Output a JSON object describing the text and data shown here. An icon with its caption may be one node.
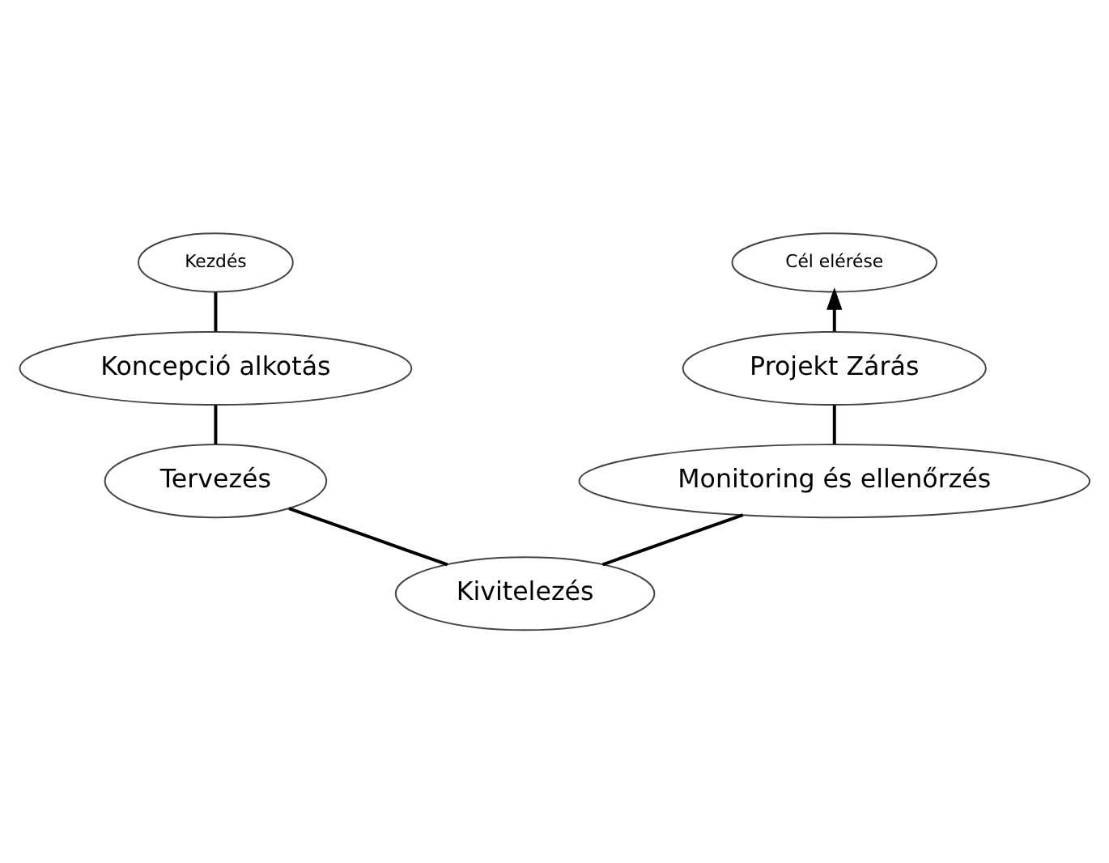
{
  "diagram": {
    "nodes": [
      {
        "text": [
          "Kezdés"
        ]
      },
      {
        "text": [
          "Koncepció alkotás"
        ]
      },
      {
        "text": [
          "Tervezés"
        ]
      },
      {
        "text": [
          "Kivitelezés"
        ]
      },
      {
        "text": [
          "Monitoring és ellenőrzés"
        ]
      },
      {
        "text": [
          "Projekt Zárás"
        ]
      },
      {
        "text": [
          "Cél elérése"
        ]
      }
    ],
    "edges": [
      {
        "from": 0,
        "to": 1,
        "arrow": "none"
      },
      {
        "from": 1,
        "to": 2,
        "arrow": "none"
      },
      {
        "from": 2,
        "to": 3,
        "arrow": "none"
      },
      {
        "from": 3,
        "to": 4,
        "arrow": "none"
      },
      {
        "from": 4,
        "to": 5,
        "arrow": "none"
      },
      {
        "from": 5,
        "to": 6,
        "arrow": "to"
      }
    ]
  }
}
